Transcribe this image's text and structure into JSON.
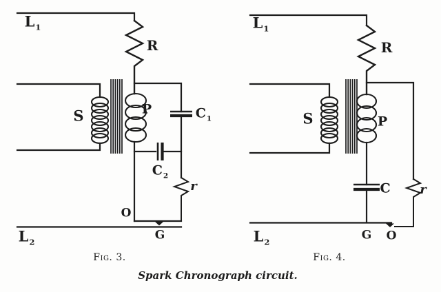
{
  "page": {
    "colors": {
      "background": "#fdfdfc",
      "ink": "#1c1c1c"
    },
    "caption": "Spark Chronograph circuit."
  },
  "fig3": {
    "caption": "Fig. 3.",
    "labels": {
      "L1": {
        "base": "L",
        "sub": "1"
      },
      "L2": {
        "base": "L",
        "sub": "2"
      },
      "R": "R",
      "S": "S",
      "P": "P",
      "C1": {
        "base": "C",
        "sub": "1"
      },
      "C2": {
        "base": "C",
        "sub": "2"
      },
      "r": "r",
      "O": "O",
      "G": "G"
    }
  },
  "fig4": {
    "caption": "Fig. 4.",
    "labels": {
      "L1": {
        "base": "L",
        "sub": "1"
      },
      "L2": {
        "base": "L",
        "sub": "2"
      },
      "R": "R",
      "S": "S",
      "P": "P",
      "C": "C",
      "r": "r",
      "O": "O",
      "G": "G"
    }
  }
}
